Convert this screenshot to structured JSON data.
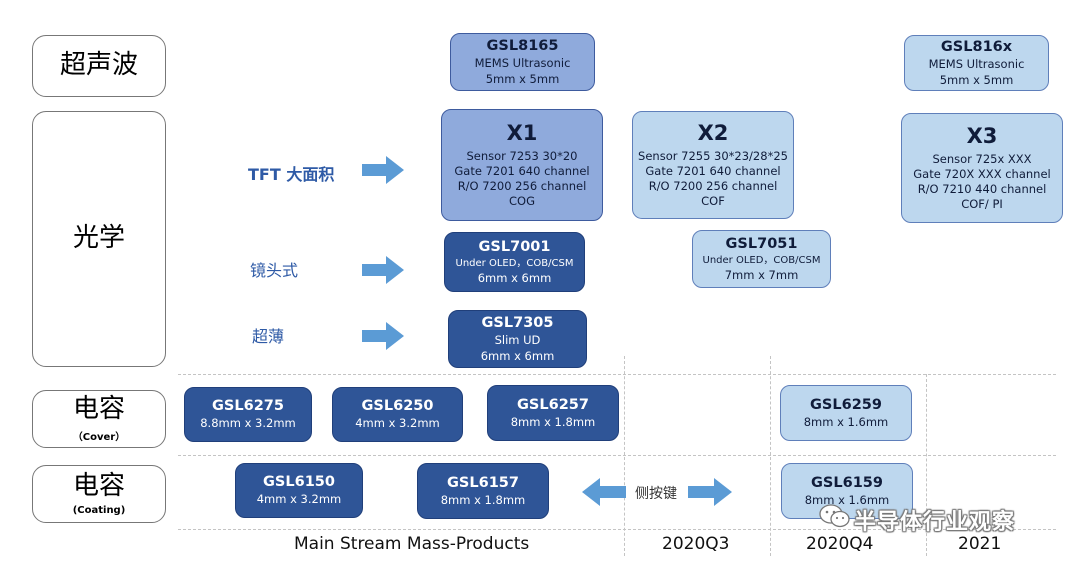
{
  "categories": {
    "ultrasonic": "超声波",
    "optical": "光学",
    "cap_cover": {
      "main": "电容",
      "sub": "（Cover）"
    },
    "cap_coating": {
      "main": "电容",
      "sub": "(Coating)"
    }
  },
  "tech": {
    "tft": "TFT 大面积",
    "lens": "镜头式",
    "thin": "超薄",
    "side_key": "侧按键"
  },
  "products": {
    "gsl8165": {
      "name": "GSL8165",
      "l1": "MEMS Ultrasonic",
      "l2": "5mm x 5mm"
    },
    "gsl816x": {
      "name": "GSL816x",
      "l1": "MEMS Ultrasonic",
      "l2": "5mm x 5mm"
    },
    "x1": {
      "name": "X1",
      "l1": "Sensor 7253 30*20",
      "l2": "Gate 7201 640 channel",
      "l3": "R/O 7200 256 channel",
      "l4": "COG"
    },
    "x2": {
      "name": "X2",
      "l1": "Sensor 7255 30*23/28*25",
      "l2": "Gate 7201 640 channel",
      "l3": "R/O 7200 256 channel",
      "l4": "COF"
    },
    "x3": {
      "name": "X3",
      "l1": "Sensor 725x  XXX",
      "l2": "Gate 720X XXX channel",
      "l3": "R/O 7210 440 channel",
      "l4": "COF/ PI"
    },
    "gsl7001": {
      "name": "GSL7001",
      "l1": "Under OLED，COB/CSM",
      "l2": "6mm x 6mm"
    },
    "gsl7051": {
      "name": "GSL7051",
      "l1": "Under OLED，COB/CSM",
      "l2": "7mm x 7mm"
    },
    "gsl7305": {
      "name": "GSL7305",
      "l1": "Slim UD",
      "l2": "6mm x 6mm"
    },
    "gsl6275": {
      "name": "GSL6275",
      "l1": "8.8mm x 3.2mm"
    },
    "gsl6250": {
      "name": "GSL6250",
      "l1": "4mm x 3.2mm"
    },
    "gsl6257": {
      "name": "GSL6257",
      "l1": "8mm x 1.8mm"
    },
    "gsl6259": {
      "name": "GSL6259",
      "l1": "8mm x 1.6mm"
    },
    "gsl6150": {
      "name": "GSL6150",
      "l1": "4mm x 3.2mm"
    },
    "gsl6157": {
      "name": "GSL6157",
      "l1": "8mm x 1.8mm"
    },
    "gsl6159": {
      "name": "GSL6159",
      "l1": "8mm x 1.6mm"
    }
  },
  "timeline": {
    "mass": "Main Stream Mass-Products",
    "q3": "2020Q3",
    "q4": "2020Q4",
    "y2021": "2021"
  },
  "watermark": "半导体行业观察",
  "colors": {
    "dark": "#2f5597",
    "mid": "#8faadc",
    "light": "#bdd7ee",
    "arrow": "#5b9bd5",
    "tech_text": "#2e5aa6"
  }
}
